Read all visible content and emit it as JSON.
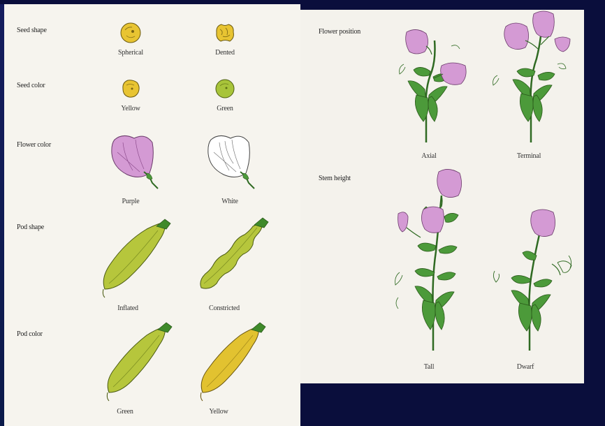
{
  "traits": {
    "seed_shape": {
      "label": "Seed shape",
      "options": [
        "Spherical",
        "Dented"
      ]
    },
    "seed_color": {
      "label": "Seed color",
      "options": [
        "Yellow",
        "Green"
      ]
    },
    "flower_color": {
      "label": "Flower color",
      "options": [
        "Purple",
        "White"
      ]
    },
    "pod_shape": {
      "label": "Pod shape",
      "options": [
        "Inflated",
        "Constricted"
      ]
    },
    "pod_color": {
      "label": "Pod color",
      "options": [
        "Green",
        "Yellow"
      ]
    },
    "flower_position": {
      "label": "Flower position",
      "options": [
        "Axial",
        "Terminal"
      ]
    },
    "stem_height": {
      "label": "Stem height",
      "options": [
        "Tall",
        "Dwarf"
      ]
    }
  },
  "colors": {
    "seed_yellow": "#e8c432",
    "seed_green": "#a8c43a",
    "flower_purple": "#d49ad4",
    "pod_green": "#b6c63c",
    "pod_yellow": "#e2c230",
    "leaf_green": "#4c9a3a",
    "background_navy": "#0a0e3c",
    "paper": "#f6f4ee"
  }
}
